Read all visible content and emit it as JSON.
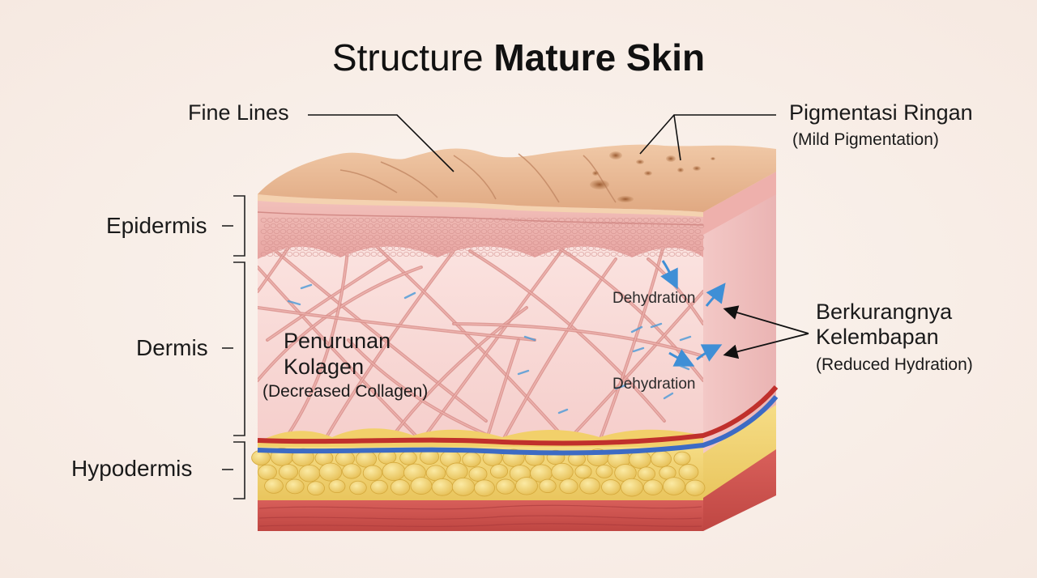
{
  "title": {
    "regular": "Structure",
    "bold": "Mature Skin"
  },
  "annotations": {
    "fine_lines": "Fine Lines",
    "pigment_main": "Pigmentasi Ringan",
    "pigment_sub": "(Mild Pigmentation)",
    "collagen_line1": "Penurunan",
    "collagen_line2": "Kolagen",
    "collagen_sub": "(Decreased Collagen)",
    "dehydration_1": "Dehydration",
    "dehydration_2": "Dehydration",
    "hydration_line1": "Berkurangnya",
    "hydration_line2": "Kelembapan",
    "hydration_sub": "(Reduced Hydration)"
  },
  "layers": {
    "epidermis": "Epidermis",
    "dermis": "Dermis",
    "hypodermis": "Hypodermis"
  },
  "colors": {
    "background": "#f8ede6",
    "skin_surface": "#e8b898",
    "epidermis": "#eeb1ae",
    "dermis": "#f8d6d4",
    "collagen_fiber": "#d9908c",
    "fat": "#f2d36e",
    "muscle": "#c94c48",
    "artery": "#c0302c",
    "vein": "#3d6bc4",
    "water": "#4a9ad8",
    "pigment": "#a86a3c"
  }
}
